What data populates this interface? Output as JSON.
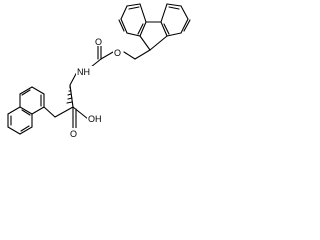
{
  "structure": {
    "atom_labels": {
      "nh": "NH",
      "carbonyl_o": "O",
      "ester_o": "O",
      "acid_o": "O",
      "oh": "OH"
    }
  }
}
